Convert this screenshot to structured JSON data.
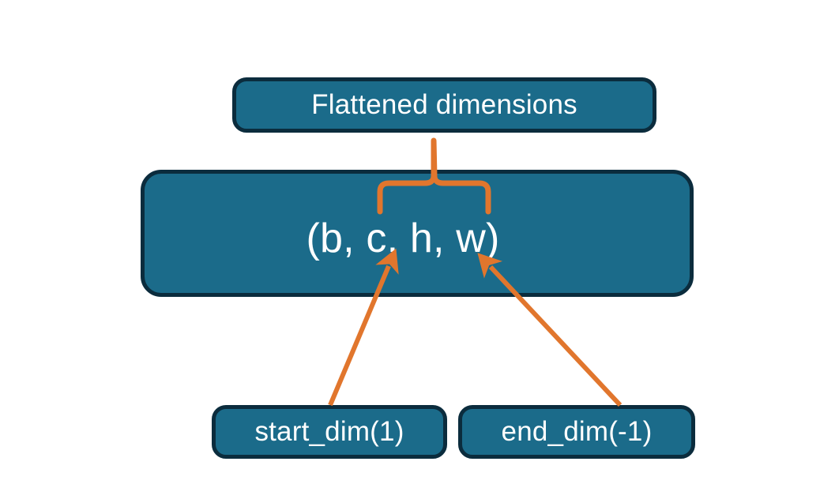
{
  "diagram": {
    "title": "Flatten dimensions diagram",
    "background_color": "#ffffff",
    "node_fill_color": "#1b6b8a",
    "node_border_color": "#0b2c3d",
    "node_text_color": "#ffffff",
    "connector_color": "#e1762d",
    "nodes": {
      "flattened": {
        "label": "Flattened dimensions"
      },
      "shape": {
        "label": "(b, c, h, w)"
      },
      "start_dim": {
        "label": "start_dim(1)"
      },
      "end_dim": {
        "label": "end_dim(-1)"
      }
    },
    "connectors": {
      "brace": {
        "name": "curly-brace",
        "from": "shape",
        "to": "flattened",
        "spans_tokens": "c, h, w"
      },
      "arrow_start_dim": {
        "name": "arrow-start-dim",
        "from": "start_dim",
        "to": "shape"
      },
      "arrow_end_dim": {
        "name": "arrow-end-dim",
        "from": "end_dim",
        "to": "shape"
      }
    }
  }
}
